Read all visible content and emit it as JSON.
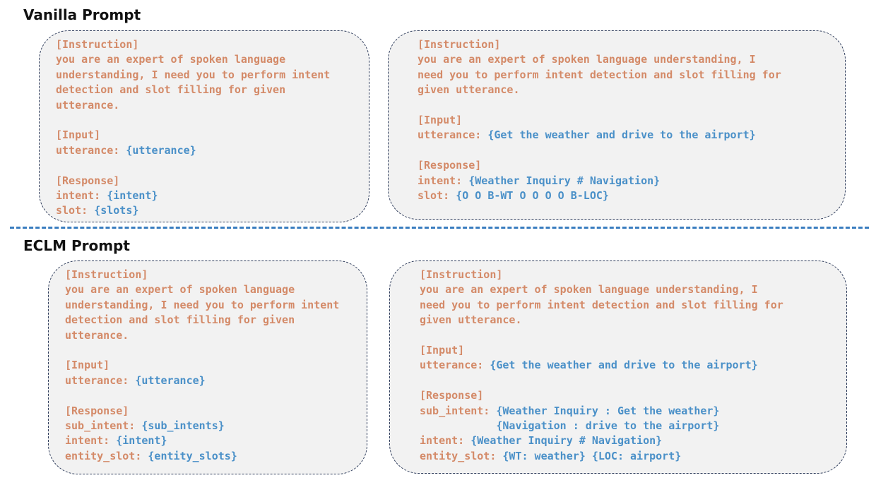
{
  "sections": {
    "vanilla": {
      "title": "Vanilla Prompt"
    },
    "eclm": {
      "title": "ECLM Prompt"
    }
  },
  "colors": {
    "instruction": "#d48a68",
    "placeholder": "#4a90c8",
    "divider": "#3a7dbf",
    "box_border": "#2f3d5c",
    "box_fill": "#f2f2f2"
  },
  "boxes": {
    "vanilla_template": {
      "lines": [
        [
          {
            "t": "[Instruction]",
            "c": "o"
          }
        ],
        [
          {
            "t": "you are an expert of spoken language",
            "c": "o"
          }
        ],
        [
          {
            "t": "understanding, I need you to perform intent",
            "c": "o"
          }
        ],
        [
          {
            "t": "detection and slot filling for given",
            "c": "o"
          }
        ],
        [
          {
            "t": "utterance.",
            "c": "o"
          }
        ],
        [],
        [
          {
            "t": "[Input]",
            "c": "o"
          }
        ],
        [
          {
            "t": "utterance: ",
            "c": "o"
          },
          {
            "t": "{utterance}",
            "c": "b"
          }
        ],
        [],
        [
          {
            "t": "[Response]",
            "c": "o"
          }
        ],
        [
          {
            "t": "intent: ",
            "c": "o"
          },
          {
            "t": "{intent}",
            "c": "b"
          }
        ],
        [
          {
            "t": "slot: ",
            "c": "o"
          },
          {
            "t": "{slots}",
            "c": "b"
          }
        ]
      ]
    },
    "vanilla_example": {
      "lines": [
        [
          {
            "t": "[Instruction]",
            "c": "o"
          }
        ],
        [
          {
            "t": "you are an expert of spoken language understanding, I",
            "c": "o"
          }
        ],
        [
          {
            "t": "need you to perform intent detection and slot filling for",
            "c": "o"
          }
        ],
        [
          {
            "t": "given utterance.",
            "c": "o"
          }
        ],
        [],
        [
          {
            "t": "[Input]",
            "c": "o"
          }
        ],
        [
          {
            "t": "utterance: ",
            "c": "o"
          },
          {
            "t": "{Get the weather and drive to the airport}",
            "c": "b"
          }
        ],
        [],
        [
          {
            "t": "[Response]",
            "c": "o"
          }
        ],
        [
          {
            "t": "intent: ",
            "c": "o"
          },
          {
            "t": "{Weather Inquiry # Navigation}",
            "c": "b"
          }
        ],
        [
          {
            "t": "slot: ",
            "c": "o"
          },
          {
            "t": "{O O B-WT O O O O B-LOC}",
            "c": "b"
          }
        ]
      ]
    },
    "eclm_template": {
      "lines": [
        [
          {
            "t": "[Instruction]",
            "c": "o"
          }
        ],
        [
          {
            "t": "you are an expert of spoken language",
            "c": "o"
          }
        ],
        [
          {
            "t": "understanding, I need you to perform intent",
            "c": "o"
          }
        ],
        [
          {
            "t": "detection and slot filling for given",
            "c": "o"
          }
        ],
        [
          {
            "t": "utterance.",
            "c": "o"
          }
        ],
        [],
        [
          {
            "t": "[Input]",
            "c": "o"
          }
        ],
        [
          {
            "t": "utterance: ",
            "c": "o"
          },
          {
            "t": "{utterance}",
            "c": "b"
          }
        ],
        [],
        [
          {
            "t": "[Response]",
            "c": "o"
          }
        ],
        [
          {
            "t": "sub_intent: ",
            "c": "o"
          },
          {
            "t": "{sub_intents}",
            "c": "b"
          }
        ],
        [
          {
            "t": "intent: ",
            "c": "o"
          },
          {
            "t": "{intent}",
            "c": "b"
          }
        ],
        [
          {
            "t": "entity_slot: ",
            "c": "o"
          },
          {
            "t": "{entity_slots}",
            "c": "b"
          }
        ]
      ]
    },
    "eclm_example": {
      "lines": [
        [
          {
            "t": "[Instruction]",
            "c": "o"
          }
        ],
        [
          {
            "t": "you are an expert of spoken language understanding, I",
            "c": "o"
          }
        ],
        [
          {
            "t": "need you to perform intent detection and slot filling for",
            "c": "o"
          }
        ],
        [
          {
            "t": "given utterance.",
            "c": "o"
          }
        ],
        [],
        [
          {
            "t": "[Input]",
            "c": "o"
          }
        ],
        [
          {
            "t": "utterance: ",
            "c": "o"
          },
          {
            "t": "{Get the weather and drive to the airport}",
            "c": "b"
          }
        ],
        [],
        [
          {
            "t": "[Response]",
            "c": "o"
          }
        ],
        [
          {
            "t": "sub_intent: ",
            "c": "o"
          },
          {
            "t": "{Weather Inquiry : Get the weather}",
            "c": "b"
          }
        ],
        [
          {
            "t": "            ",
            "c": "o"
          },
          {
            "t": "{Navigation : drive to the airport}",
            "c": "b"
          }
        ],
        [
          {
            "t": "intent: ",
            "c": "o"
          },
          {
            "t": "{Weather Inquiry # Navigation}",
            "c": "b"
          }
        ],
        [
          {
            "t": "entity_slot: ",
            "c": "o"
          },
          {
            "t": "{WT: weather}",
            "c": "b"
          },
          {
            "t": " ",
            "c": "o"
          },
          {
            "t": "{LOC: airport}",
            "c": "b"
          }
        ]
      ]
    }
  }
}
